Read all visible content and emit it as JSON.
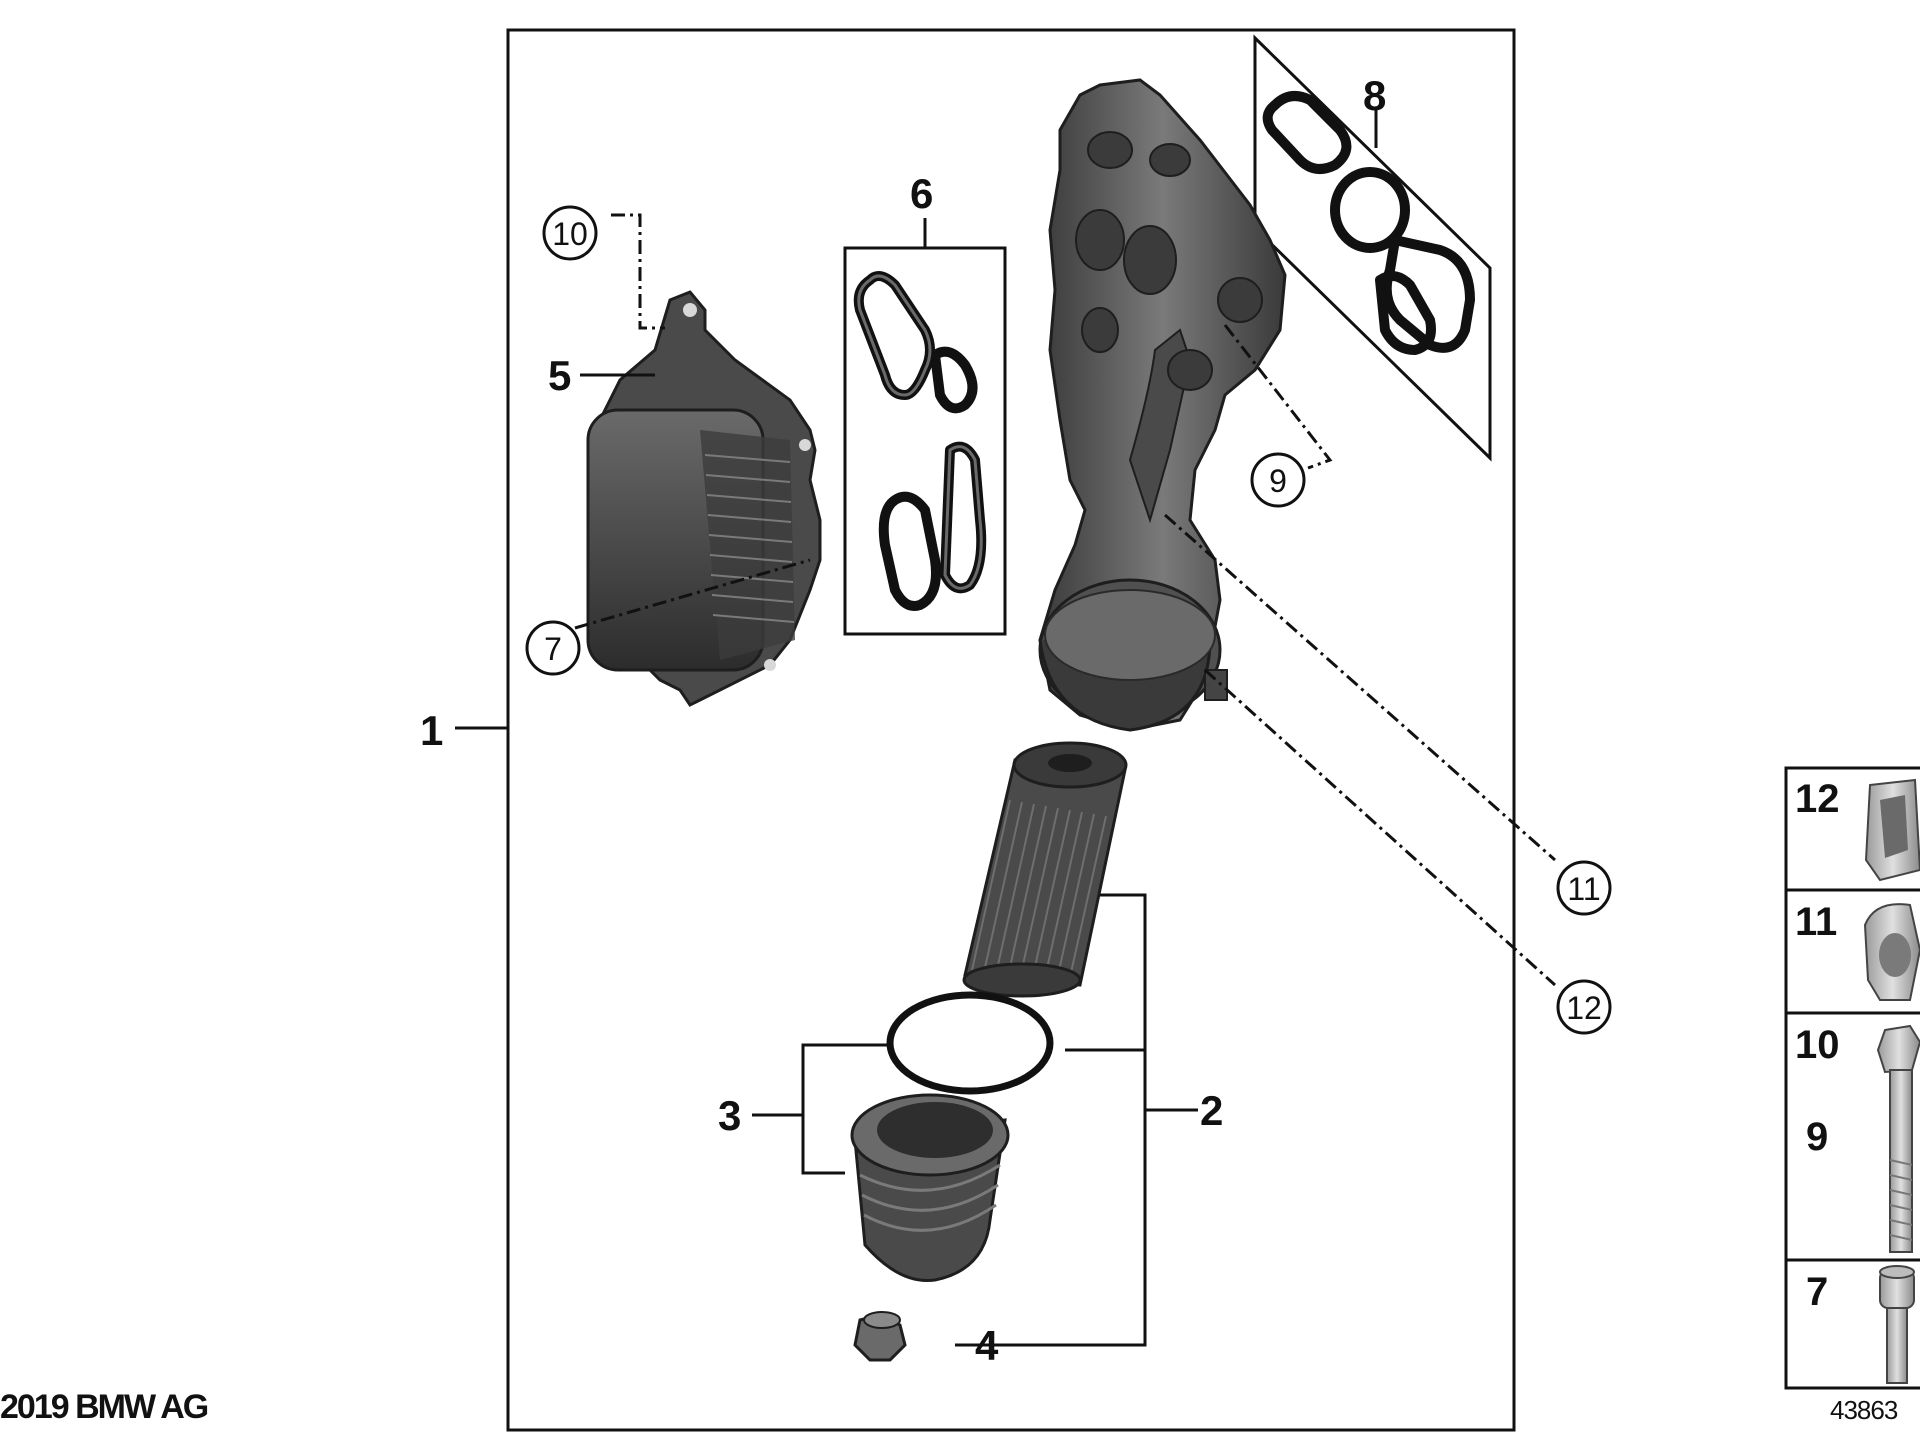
{
  "callouts": {
    "c1": "1",
    "c2": "2",
    "c3": "3",
    "c4": "4",
    "c5": "5",
    "c6": "6",
    "c7": "7",
    "c8": "8",
    "c9": "9",
    "c10": "10",
    "c11": "11",
    "c12": "12"
  },
  "legend": {
    "items": [
      "12",
      "11",
      "10",
      "9",
      "7"
    ]
  },
  "footer": {
    "copyright": "2019 BMW AG",
    "drawing_number": "43863"
  },
  "colors": {
    "part_fill": "#5c5c5c",
    "part_dark": "#2e2e2e",
    "part_light": "#8a8a8a",
    "line": "#111111"
  }
}
